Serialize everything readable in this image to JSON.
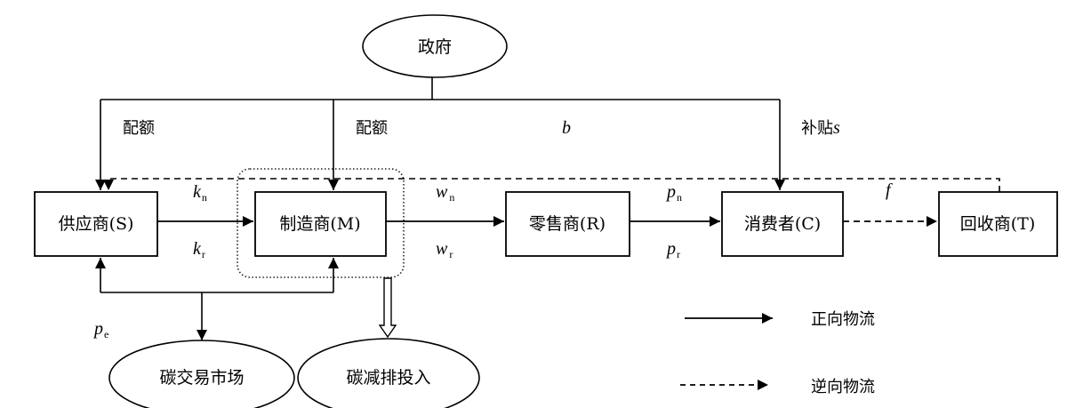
{
  "nodes": {
    "government": "政府",
    "supplier": "供应商(S)",
    "manufacturer": "制造商(M)",
    "retailer": "零售商(R)",
    "consumer": "消费者(C)",
    "recycler": "回收商(T)",
    "carbon_market": "碳交易市场",
    "carbon_reduction": "碳减排投入"
  },
  "labels": {
    "quota_supplier": "配额",
    "quota_manufacturer": "配额",
    "b": "b",
    "subsidy_prefix": "补贴",
    "subsidy_var": "s",
    "k": "k",
    "k_n_sub": "n",
    "k_r_sub": "r",
    "w": "w",
    "w_n_sub": "n",
    "w_r_sub": "r",
    "p": "p",
    "p_n_sub": "n",
    "p_r_sub": "r",
    "p_e_sub": "e",
    "f": "f"
  },
  "legend": {
    "forward": "正向物流",
    "reverse": "逆向物流"
  }
}
